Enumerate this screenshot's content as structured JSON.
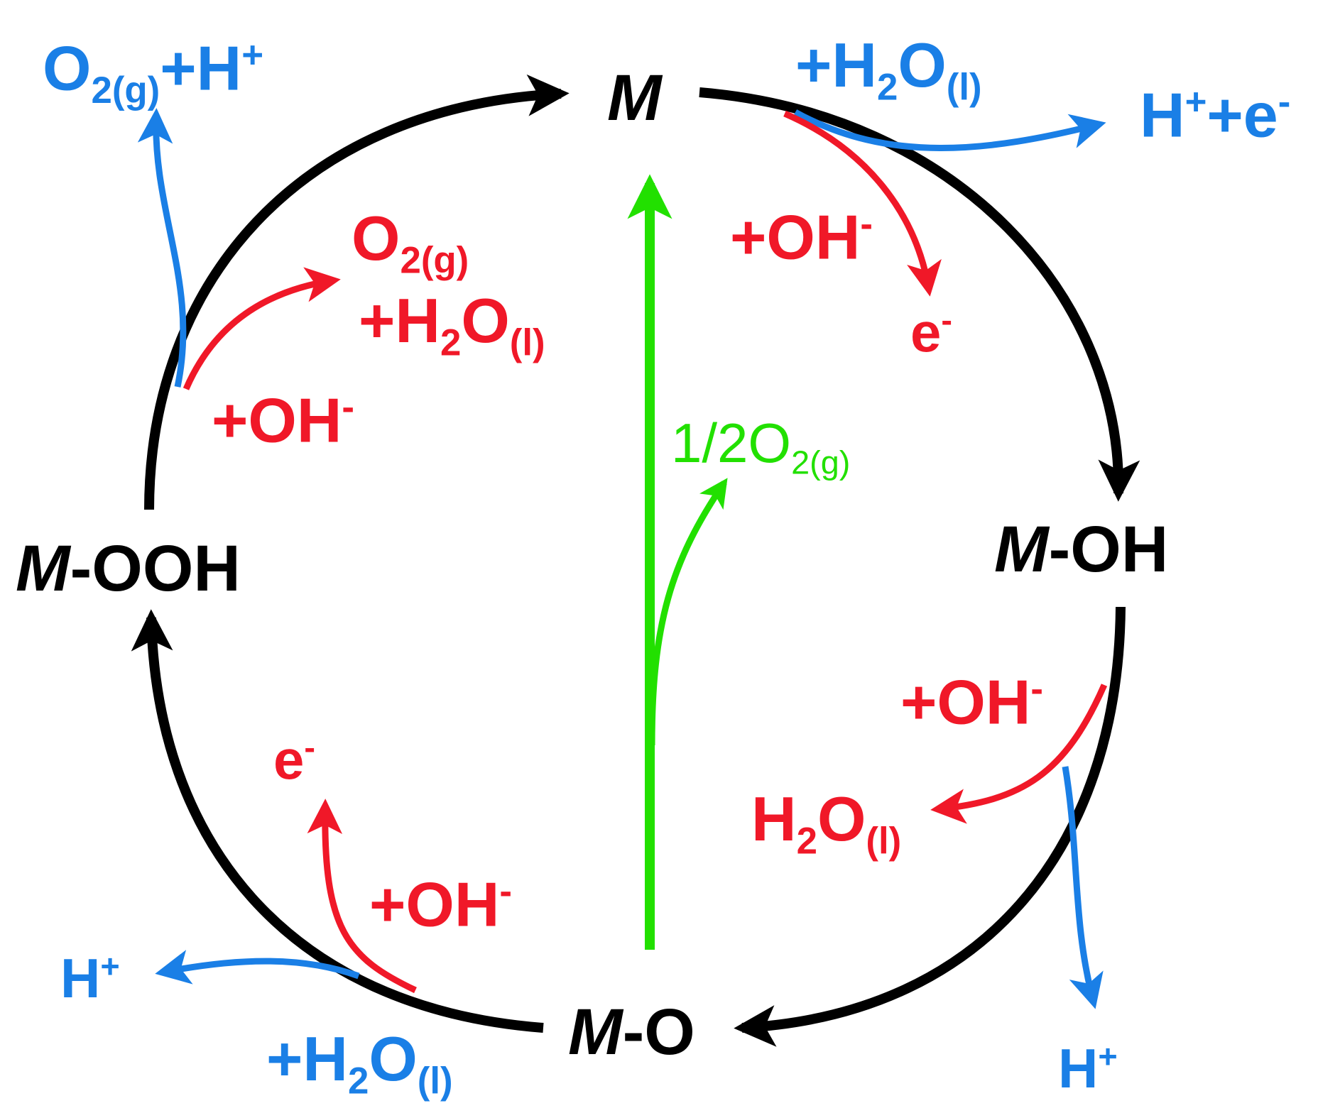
{
  "colors": {
    "cycle": "#000000",
    "acidic": "#1a7fe6",
    "alkaline": "#f01828",
    "direct": "#22e000"
  },
  "species": {
    "m": {
      "metal": "M",
      "suffix": ""
    },
    "m_oh": {
      "metal": "M",
      "suffix": "-OH"
    },
    "m_o": {
      "metal": "M",
      "suffix": "-O"
    },
    "m_ooh": {
      "metal": "M",
      "suffix": "-OOH"
    }
  },
  "acidic_labels": {
    "top_left_o2": {
      "base": "O",
      "sub": "2(g)",
      "tail": "+H",
      "sup": "+"
    },
    "top_right_water": {
      "base": "+H",
      "sub": "2",
      "mid": "O",
      "sub2": "(l)"
    },
    "top_right_product": {
      "base": "H",
      "sup": "+",
      "tail": "+e",
      "sup2": "-"
    },
    "bottom_right_proton": {
      "base": "H",
      "sup": "+"
    },
    "bottom_left_proton": {
      "base": "H",
      "sup": "+"
    },
    "bottom_left_water": {
      "base": "+H",
      "sub": "2",
      "mid": "O",
      "sub2": "(l)"
    }
  },
  "alkaline_labels": {
    "top_right_oh": {
      "base": "+OH",
      "sup": "-"
    },
    "top_right_electron": {
      "base": "e",
      "sup": "-"
    },
    "top_left_o2": {
      "base": "O",
      "sub": "2(g)"
    },
    "top_left_water": {
      "base": "+H",
      "sub": "2",
      "mid": "O",
      "sub2": "(l)"
    },
    "top_left_oh": {
      "base": "+OH",
      "sup": "-"
    },
    "right_oh": {
      "base": "+OH",
      "sup": "-"
    },
    "right_water": {
      "base": "H",
      "sub": "2",
      "mid": "O",
      "sub2": "(l)"
    },
    "bottom_left_electron": {
      "base": "e",
      "sup": "-"
    },
    "bottom_left_oh": {
      "base": "+OH",
      "sup": "-"
    }
  },
  "direct_labels": {
    "half_o2": {
      "base": "1/2O",
      "sub": "2(g)"
    }
  }
}
